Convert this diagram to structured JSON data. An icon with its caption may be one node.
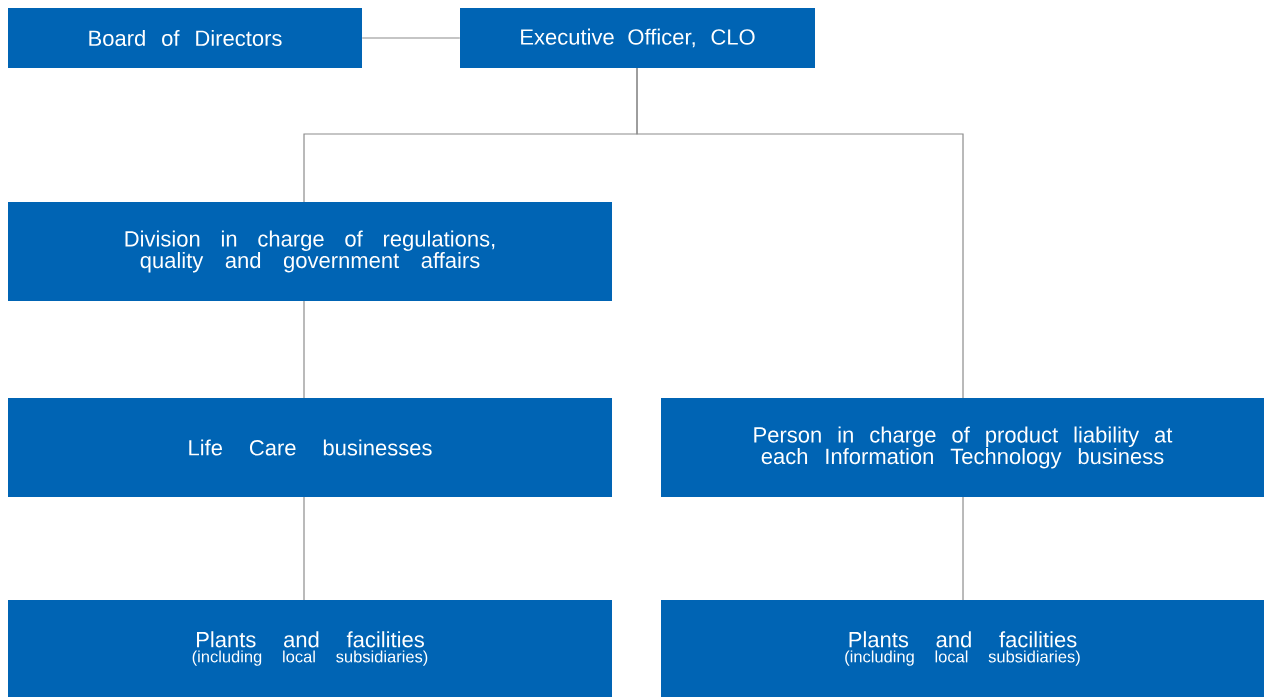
{
  "diagram": {
    "nodes": [
      {
        "text": [
          "Board of Directors"
        ]
      },
      {
        "text": [
          "Executive Officer, CLO"
        ]
      },
      {
        "text": [
          "Division in charge of regulations, quality and government affairs"
        ]
      },
      {
        "text": [
          "Life Care businesses"
        ]
      },
      {
        "text": [
          "Person in charge of product liability at each Information Technology business"
        ]
      },
      {
        "text": [
          "Plants and facilities",
          "(including local subsidiaries)"
        ]
      },
      {
        "text": [
          "Plants and facilities",
          "(including local subsidiaries)"
        ]
      }
    ],
    "edges": [
      {
        "from": 0,
        "to": 1,
        "arrow": "none"
      },
      {
        "from": 1,
        "to": 2,
        "arrow": "none"
      },
      {
        "from": 1,
        "to": 4,
        "arrow": "none"
      },
      {
        "from": 2,
        "to": 3,
        "arrow": "none"
      },
      {
        "from": 3,
        "to": 5,
        "arrow": "none"
      },
      {
        "from": 4,
        "to": 6,
        "arrow": "none"
      }
    ]
  }
}
